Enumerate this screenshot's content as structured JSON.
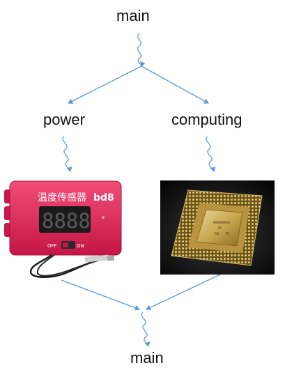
{
  "diagram": {
    "top_label": "main",
    "left_label": "power",
    "right_label": "computing",
    "bottom_label": "main",
    "arrow_color": "#5b9bd5",
    "sensor": {
      "brand_text": "温度传感器",
      "brand_mark": "bd8",
      "display": "8888",
      "switch_off": "OFF",
      "switch_on": "ON",
      "body_color": "#e8245a"
    },
    "chip": {
      "marking_line1": "A80486DX",
      "marking_line2": "33",
      "marking_line3": "SX · 79"
    }
  }
}
